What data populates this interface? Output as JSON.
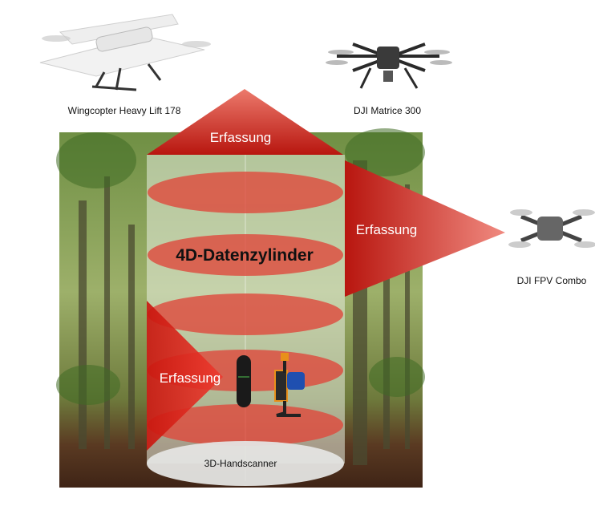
{
  "devices": {
    "wingcopter": "Wingcopter Heavy Lift 178",
    "matrice": "DJI Matrice 300",
    "fpv": "DJI FPV Combo",
    "handscanner": "3D-Handscanner"
  },
  "cylinder_title": "4D-Datenzylinder",
  "capture": {
    "top": "Erfassung",
    "right": "Erfassung",
    "left": "Erfassung"
  },
  "colors": {
    "capture_red": "#c8201a",
    "layer_red": "#e0463a",
    "forest_green": "#5f7f3a"
  }
}
